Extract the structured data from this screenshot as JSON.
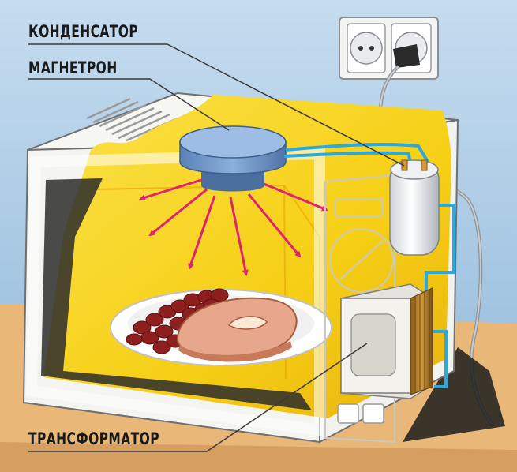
{
  "labels": {
    "condenser": "КОНДЕНСАТОР",
    "magnetron": "МАГНЕТРОН",
    "transformer": "ТРАНСФОРМАТОР"
  },
  "colors": {
    "background": "#a9cbe6",
    "table": "#e9b879",
    "cavity": "#f6d21a",
    "magnetron": "#6f95c4",
    "microwave_arrows": "#e0236e",
    "wires": "#2aa8e0",
    "transformer_core": "#b07a26"
  },
  "icons": [
    "wall-socket-icon",
    "power-plug-icon",
    "microwave-wave-arrow-icon"
  ]
}
